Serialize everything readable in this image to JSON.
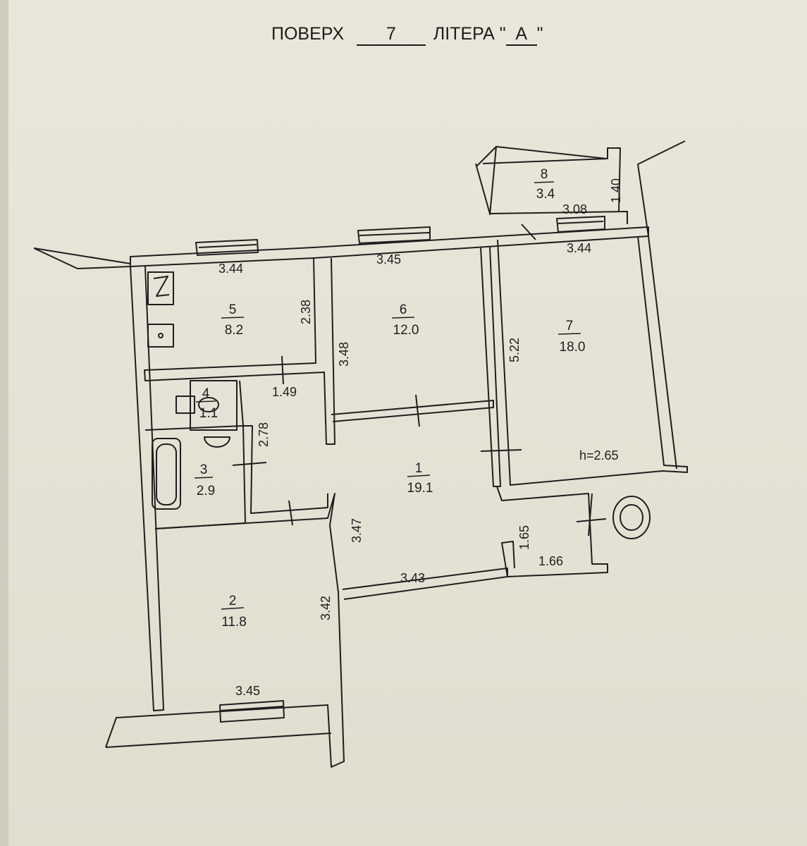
{
  "header": {
    "floor_label": "ПОВЕРХ",
    "floor_value": "7",
    "letter_label": "ЛІТЕРА",
    "letter_value": "А"
  },
  "rooms": [
    {
      "num": "1",
      "area": "19.1"
    },
    {
      "num": "2",
      "area": "11.8"
    },
    {
      "num": "3",
      "area": "2.9"
    },
    {
      "num": "4",
      "area": "1.1"
    },
    {
      "num": "5",
      "area": "8.2"
    },
    {
      "num": "6",
      "area": "12.0"
    },
    {
      "num": "7",
      "area": "18.0"
    },
    {
      "num": "8",
      "area": "3.4"
    }
  ],
  "dimensions": {
    "room5_width": "3.44",
    "room5_depth": "2.38",
    "room6_width": "3.45",
    "room6_depth": "3.48",
    "room7_width": "3.44",
    "room7_depth": "5.22",
    "balcony_width": "3.08",
    "balcony_depth": "1.40",
    "corridor_width": "1.49",
    "corridor_length": "2.78",
    "room1_depth": "3.47",
    "room1_width": "3.43",
    "closet_depth": "1.65",
    "closet_width": "1.66",
    "room2_depth": "3.42",
    "room2_width": "3.45"
  },
  "ceiling_height": "h=2.65"
}
